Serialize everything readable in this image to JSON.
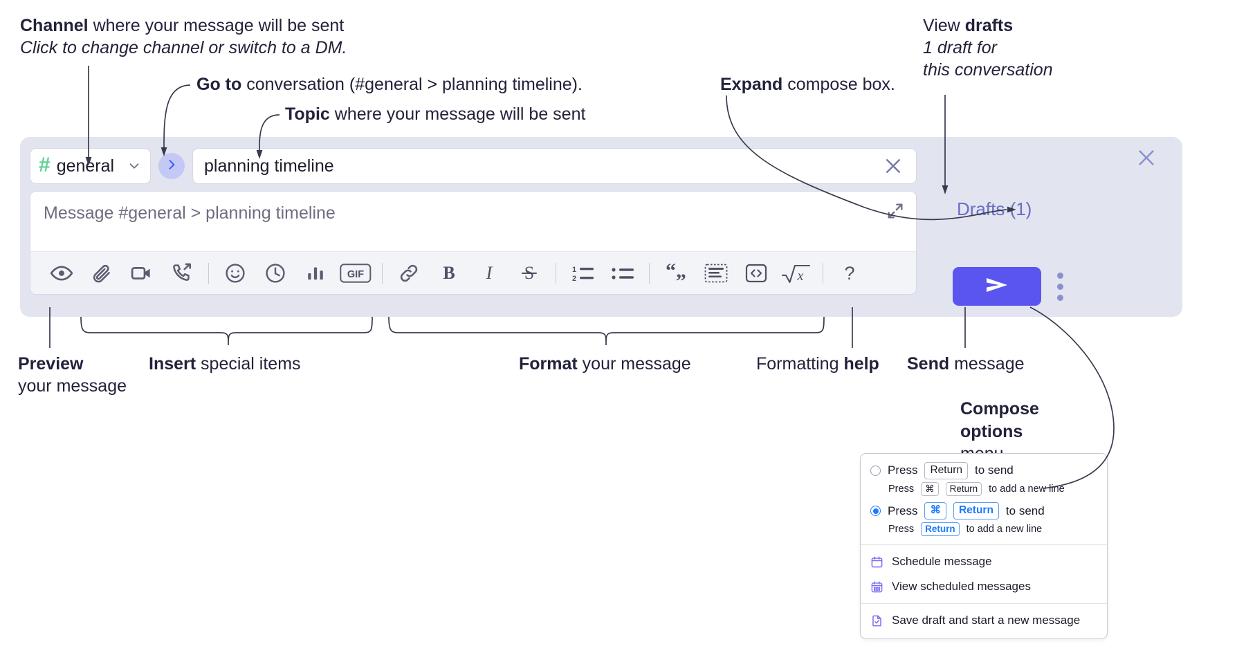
{
  "annotations": {
    "channel": {
      "bold": "Channel",
      "rest": " where your message will be sent",
      "italic": "Click to change channel or switch to a DM."
    },
    "goto": {
      "bold": "Go to",
      "rest": " conversation (#general > planning timeline)."
    },
    "topic": {
      "bold": "Topic",
      "rest": " where your message will be sent"
    },
    "expand": {
      "bold": "Expand",
      "rest": " compose box."
    },
    "drafts": {
      "bold_lead": "View ",
      "bold": "drafts",
      "italic_l1": "1 draft for",
      "italic_l2": "this conversation"
    },
    "preview": {
      "bold": "Preview",
      "rest": "your message"
    },
    "insert": {
      "bold": "Insert",
      "rest": " special items"
    },
    "format": {
      "bold": "Format",
      "rest": " your message"
    },
    "help": {
      "lead": "Formatting ",
      "bold": "help"
    },
    "send": {
      "bold": "Send",
      "rest": " message"
    },
    "compose_options": {
      "l1": "Compose",
      "l2": "options",
      "l3": "menu"
    }
  },
  "compose": {
    "channel": {
      "hash": "#",
      "name": "general",
      "chevron_icon": "chevron-down-icon"
    },
    "goto_button": {
      "icon": "chevron-right-icon"
    },
    "topic": {
      "value": "planning timeline",
      "clear_icon": "close-icon"
    },
    "message": {
      "placeholder": "Message #general > planning timeline",
      "expand_icon": "expand-icon"
    },
    "toolbar": [
      {
        "name": "preview-icon",
        "label": "Preview"
      },
      {
        "name": "attachment-icon",
        "label": "Attach file"
      },
      {
        "name": "video-camera-icon",
        "label": "Record video"
      },
      {
        "name": "phone-forward-icon",
        "label": "Voice call"
      },
      {
        "name": "emoji-icon",
        "label": "Emoji"
      },
      {
        "name": "clock-icon",
        "label": "Reminder"
      },
      {
        "name": "poll-icon",
        "label": "Poll"
      },
      {
        "name": "gif-icon",
        "label": "GIF"
      },
      {
        "name": "link-icon",
        "label": "Link"
      },
      {
        "name": "bold-icon",
        "label": "B"
      },
      {
        "name": "italic-icon",
        "label": "I"
      },
      {
        "name": "strikethrough-icon",
        "label": "S"
      },
      {
        "name": "ordered-list-icon",
        "label": "Numbered list"
      },
      {
        "name": "bulleted-list-icon",
        "label": "Bulleted list"
      },
      {
        "name": "blockquote-icon",
        "label": "Blockquote"
      },
      {
        "name": "code-block-icon",
        "label": "Code block"
      },
      {
        "name": "code-icon",
        "label": "Code"
      },
      {
        "name": "math-icon",
        "label": "Math"
      },
      {
        "name": "help-icon",
        "label": "?"
      }
    ],
    "right": {
      "close_icon": "close-icon",
      "drafts_label": "Drafts (1)",
      "send_icon": "send-icon",
      "kebab_icon": "kebab-menu-icon"
    }
  },
  "menu": {
    "options": [
      {
        "selected": false,
        "main": {
          "pre": "Press",
          "key": "Return",
          "post": "to send"
        },
        "sub": {
          "pre": "Press",
          "key1": "⌘",
          "key2": "Return",
          "post": "to add a new line"
        }
      },
      {
        "selected": true,
        "main": {
          "pre": "Press",
          "key1": "⌘",
          "key2": "Return",
          "post": "to send"
        },
        "sub": {
          "pre": "Press",
          "key": "Return",
          "post": "to add a new line"
        }
      }
    ],
    "items": [
      {
        "icon": "calendar-schedule-icon",
        "label": "Schedule message"
      },
      {
        "icon": "calendar-grid-icon",
        "label": "View scheduled messages"
      },
      {
        "icon": "save-draft-icon",
        "label": "Save draft and start a new message"
      }
    ]
  },
  "colors": {
    "accent_send": "#5b55f0",
    "hash_green": "#5dcf94",
    "panel_bg": "#e2e4f0",
    "drafts_purple": "#6b6fc4",
    "menu_icon_purple": "#7c6df0",
    "radio_blue": "#1d7afc"
  }
}
